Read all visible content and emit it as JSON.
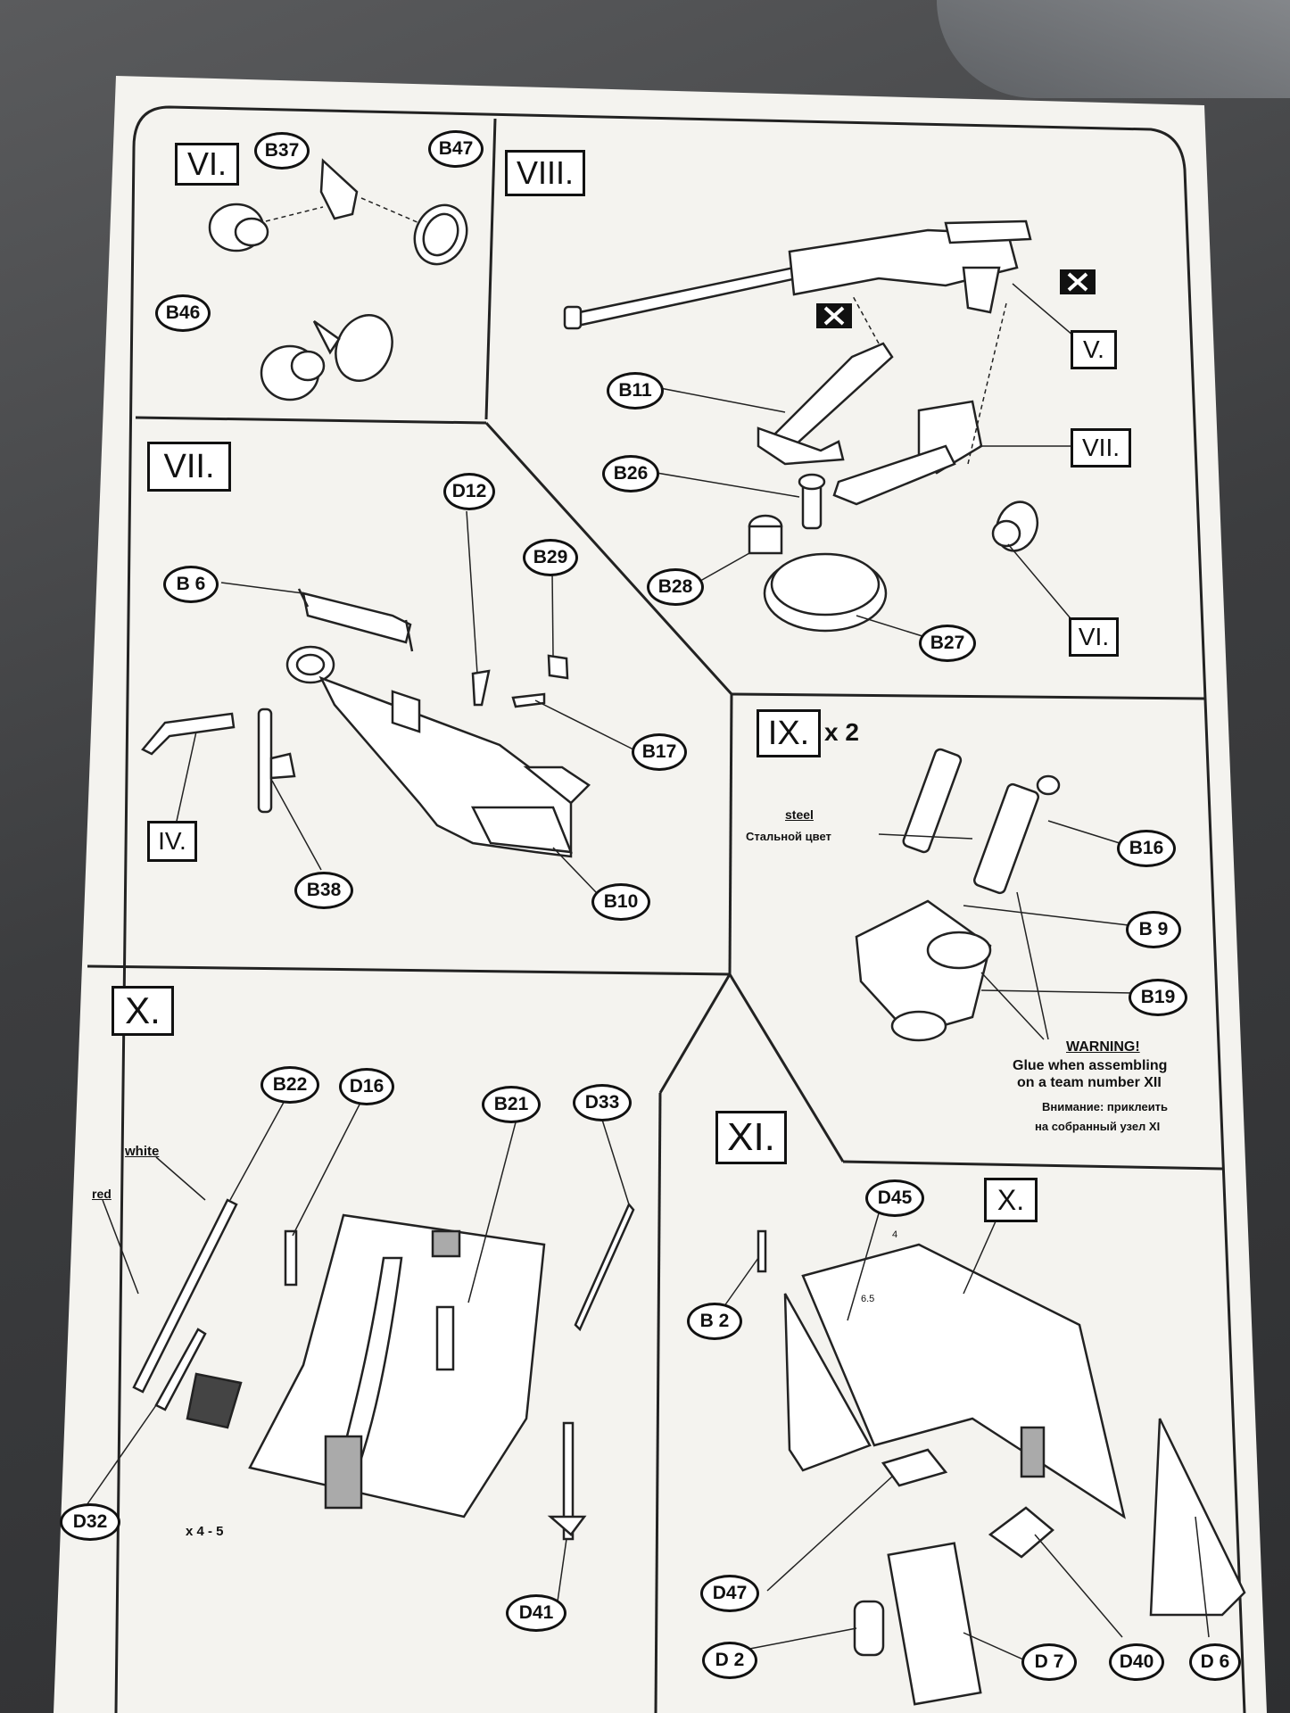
{
  "sections": {
    "vi": {
      "label": "VI.",
      "callouts": [
        "B37",
        "B47",
        "B46"
      ]
    },
    "viii": {
      "label": "VIII.",
      "callouts": [
        "B11",
        "B26",
        "B28",
        "B27"
      ],
      "refs": [
        "V.",
        "VII.",
        "VI."
      ]
    },
    "vii": {
      "label": "VII.",
      "callouts": [
        "D12",
        "B29",
        "B 6",
        "B17",
        "B38",
        "B10"
      ],
      "refs": [
        "IV."
      ]
    },
    "ix": {
      "label": "IX.",
      "multiplier": "x 2",
      "callouts": [
        "B16",
        "B 9",
        "B19"
      ],
      "steel_en": "steel",
      "steel_ru": "Стальной цвет",
      "warning_title": "WARNING!",
      "warning_line1": "Glue when assembling",
      "warning_line2": "on a team number XII",
      "warning_ru1": "Внимание: приклеить",
      "warning_ru2": "на собранный узел XI"
    },
    "x": {
      "label": "X.",
      "callouts": [
        "B22",
        "D16",
        "B21",
        "D33",
        "D32",
        "D41"
      ],
      "white": "white",
      "red": "red",
      "qty": "x 4 - 5"
    },
    "xi": {
      "label": "XI.",
      "callouts": [
        "D45",
        "B 2",
        "D47",
        "D 2",
        "D 7",
        "D40",
        "D 6"
      ],
      "refs": [
        "X."
      ],
      "dim_a": "4",
      "dim_b": "6.5"
    }
  }
}
